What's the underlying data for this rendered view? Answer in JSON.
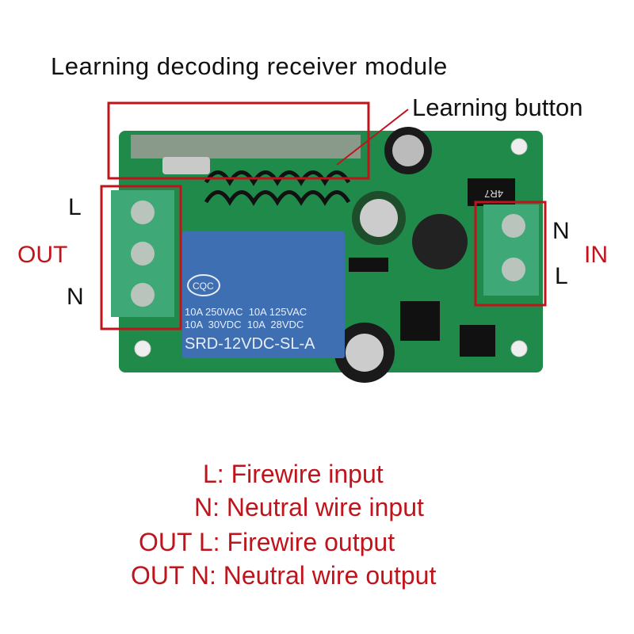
{
  "title": "Learning decoding receiver module",
  "learning_button": "Learning button",
  "out": {
    "label": "OUT",
    "L": "L",
    "N": "N"
  },
  "in": {
    "label": "IN",
    "N": "N",
    "L": "L"
  },
  "relay": {
    "logo": "CQC",
    "line1": "10A 250VAC  10A 125VAC",
    "line2": "10A  30VDC  10A  28VDC",
    "model": "SRD-12VDC-SL-A"
  },
  "inductor_mark": "4R7",
  "legend": [
    "L: Firewire input",
    "N: Neutral wire input",
    "OUT L: Firewire output",
    "OUT N: Neutral wire output"
  ],
  "colors": {
    "label_red": "#c0141c",
    "pcb": "#1f8a4a",
    "relay": "#3f6fb3",
    "terminal": "#3fa877"
  }
}
